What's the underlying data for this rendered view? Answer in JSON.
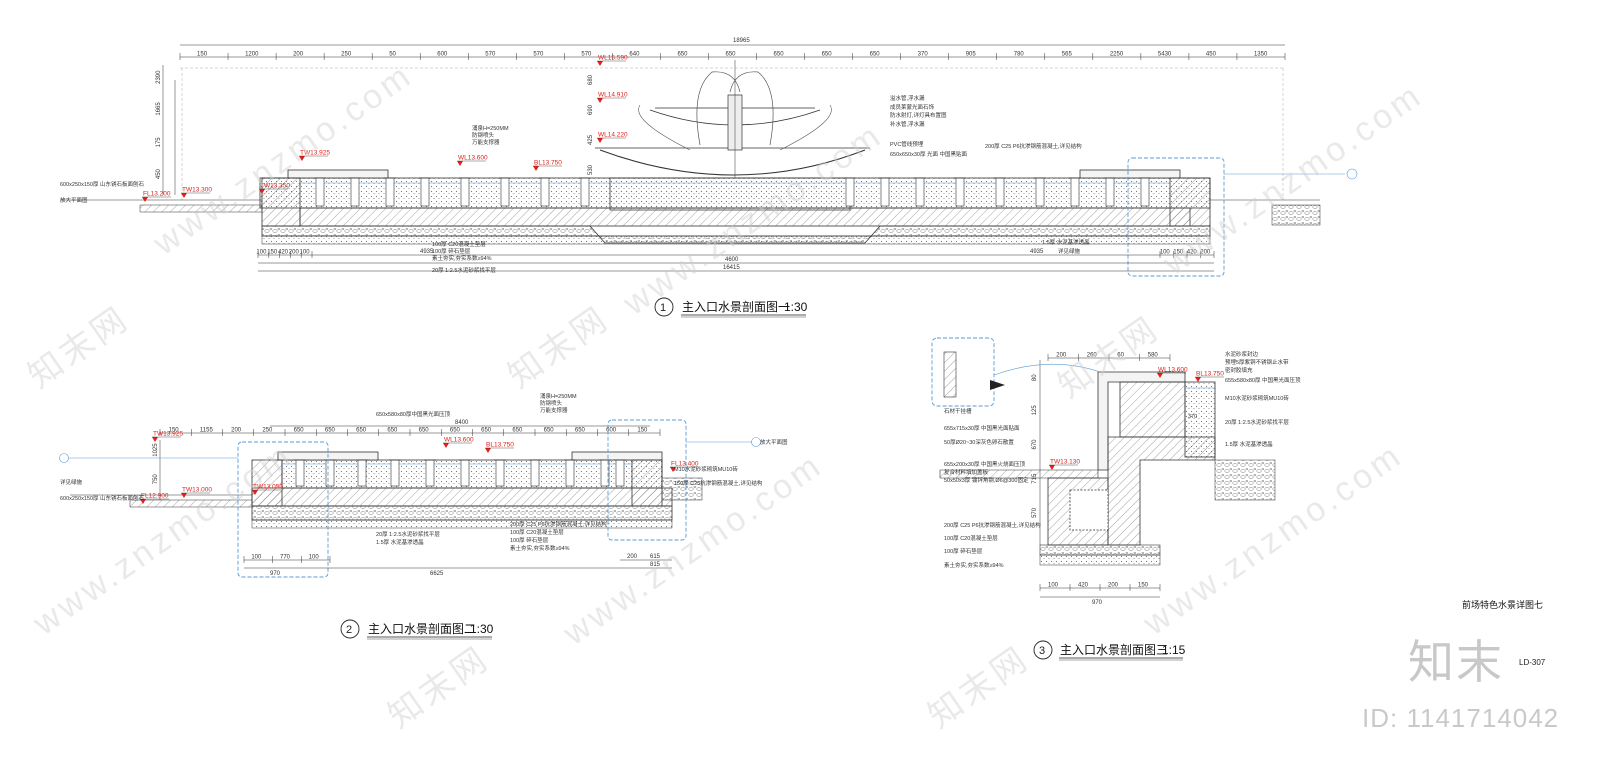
{
  "section1": {
    "title": "主入口水景剖面图一",
    "scale": "1:30",
    "number": "1",
    "top_dims": [
      "150",
      "1200",
      "200",
      "250",
      "50",
      "600",
      "570",
      "570",
      "570",
      "640",
      "650",
      "650",
      "650",
      "650",
      "650",
      "370",
      "905",
      "780",
      "565",
      "2250",
      "5430",
      "450",
      "1350"
    ],
    "overall": "18965",
    "left_vertical": [
      "2390",
      "1665",
      "175",
      "450"
    ],
    "center_vertical": [
      "680",
      "690",
      "425",
      "530"
    ],
    "bottom_dims": [
      "100",
      "150",
      "420",
      "200",
      "100",
      "4935",
      "4600",
      "4935",
      "100",
      "150",
      "420",
      "200"
    ],
    "bottom_total": "16415",
    "levels": [
      "WL15.590",
      "WL14.910",
      "WL14.220",
      "TW13.925",
      "WL13.600",
      "BL13.750",
      "TW13.300",
      "FL13.200",
      "TW13.350"
    ],
    "notes": [
      "涌泉H=250MM",
      "防钢喷头",
      "万能支撑器",
      "溢水管,浮水漏",
      "成员莱蒙光面石饰",
      "防水射灯,详灯具布置图",
      "补水管,浮水漏",
      "PVC管线预埋",
      "650x650x30厚 光面 中国黑贴面",
      "200厚 C25 P6抗渗钢筋混凝土,详见结构",
      "100厚 C20混凝土垫层",
      "100厚 碎石垫层",
      "素土夯实,夯实系数≥94%",
      "20厚 1:2.5水泥砂浆找平层",
      "1.5厚 水泥基渗透晶",
      "详见绿施",
      "600x250x150厚 山东锈石板面刨石",
      "放大平面图"
    ]
  },
  "section2": {
    "title": "主入口水景剖面图二",
    "scale": "1:30",
    "number": "2",
    "top_dims": [
      "150",
      "1155",
      "200",
      "250",
      "650",
      "650",
      "650",
      "650",
      "650",
      "650",
      "650",
      "650",
      "650",
      "650",
      "600",
      "150"
    ],
    "overall": "8400",
    "left_vertical": [
      "1025",
      "750"
    ],
    "bottom_dims": [
      "100",
      "770",
      "100",
      "970",
      "6625",
      "200",
      "615",
      "815"
    ],
    "levels": [
      "TW13.925",
      "TW13.050",
      "WL13.600",
      "BL13.750",
      "FL12.900",
      "TW13.000",
      "FL13.400"
    ],
    "notes": [
      "650x580x80厚中国黑光面压顶",
      "涌泉H=250MM",
      "防钢喷头",
      "万能支撑器",
      "M10水泥砂浆砌筑MU10砖",
      "150厚 C25抗渗钢筋混凝土,详见结构",
      "200厚 C25 P6抗渗钢筋混凝土,详见结构",
      "100厚 C20混凝土垫层",
      "100厚 碎石垫层",
      "素土夯实,夯实系数≥94%",
      "20厚 1:2.5水泥砂浆找平层",
      "1.5厚 水泥基渗透晶",
      "详见绿施",
      "600x250x150厚 山东锈石板面刨石",
      "放大平面图"
    ]
  },
  "section3": {
    "title": "主入口水景剖面图三",
    "scale": "1:15",
    "number": "3",
    "top_dims": [
      "200",
      "260",
      "60",
      "580"
    ],
    "left_vertical": [
      "80",
      "125",
      "670",
      "715",
      "570"
    ],
    "bottom_dims": [
      "100",
      "420",
      "200",
      "150",
      "970"
    ],
    "levels": [
      "WL13.600",
      "BL13.750",
      "TW13.130"
    ],
    "notes_right": [
      "水泥砂浆封边",
      "预埋5厚紫铜不锈钢止水带",
      "密封胶填充",
      "655x580x80厚 中国黑光面压顶",
      "M10水泥砂浆砌筑MU10砖",
      "20厚 1:2.5水泥砂浆找平层",
      "1.5厚 水泥基渗透晶",
      "370"
    ],
    "notes_left": [
      "石材干挂槽",
      "655x715x30厚 中国黑光面贴面",
      "50厚Ø20~30深灰色卵石散置",
      "655x200x30厚 中国黑火烧面压顶",
      "复合材料填加盖板",
      "50x50x3厚 镀锌角钢,Ø6@300固定",
      "200厚 C25 P6抗渗钢筋混凝土,详见结构",
      "100厚 C20混凝土垫层",
      "100厚 碎石垫层",
      "素土夯实,夯实系数≥94%"
    ]
  },
  "sheet": {
    "title": "前场特色水景详图七",
    "number": "LD-307"
  },
  "watermark": {
    "site": "www.znzmo.com",
    "brand": "知末网",
    "logo": "知末",
    "id": "ID: 1141714042"
  },
  "colors": {
    "line": "#333333",
    "level": "#e0201a",
    "callout": "#5b9bd5",
    "watermark": "#cfcfcf"
  }
}
